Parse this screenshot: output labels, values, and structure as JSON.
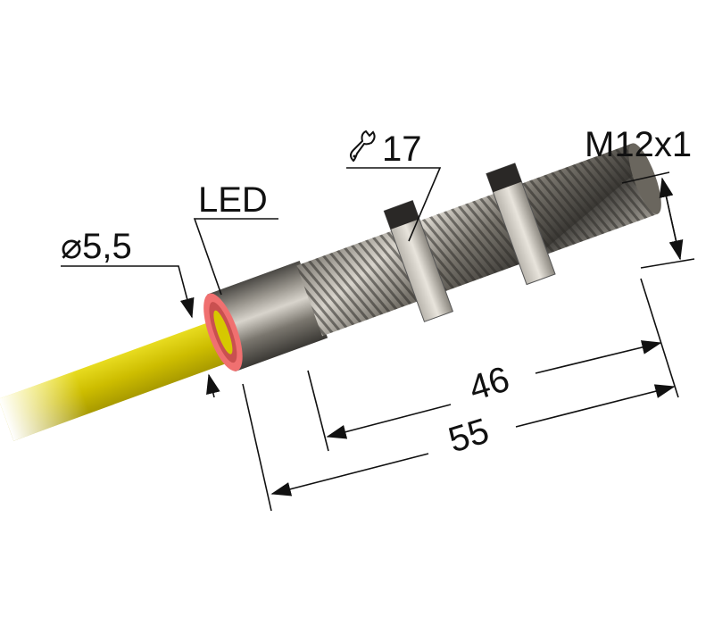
{
  "drawing": {
    "subject": "M12 threaded cylindrical sensor with cable and LED indicator",
    "colors": {
      "cable": "#d6c800",
      "led_ring": "#f07070",
      "metal": "#8a8680",
      "dimension_lines": "#111111",
      "background": "#ffffff"
    }
  },
  "labels": {
    "cable_diameter_symbol": "⌀",
    "cable_diameter": "5,5",
    "led": "LED",
    "wrench_size": "17",
    "thread": "M12x1",
    "thread_length": "46",
    "total_length": "55"
  },
  "icons": {
    "wrench": "wrench-icon",
    "diameter": "diameter-icon"
  }
}
